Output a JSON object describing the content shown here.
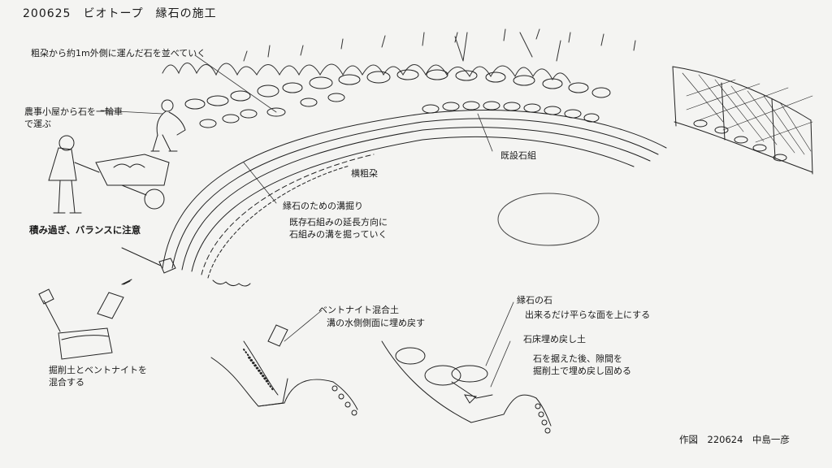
{
  "header": {
    "title": "200625　ビオトープ　縁石の施工"
  },
  "annotations": {
    "place_stones": "粗朶から約1m外側に運んだ石を並べていく",
    "wheelbarrow": "農事小屋から石を一輪車\nで運ぶ",
    "balance_caution": "積み過ぎ、バランスに注意",
    "existing_stones": "既設石組",
    "yokosoda": "横粗朶",
    "trench_title": "縁石のための溝掘り",
    "trench_desc": "既存石組みの延長方向に\n石組みの溝を掘っていく",
    "mix_soil": "掘削土とベントナイトを\n混合する",
    "bentonite_title": "ベントナイト混合土",
    "bentonite_desc": "溝の水側側面に埋め戻す",
    "curb_stone_title": "縁石の石",
    "curb_stone_desc": "出来るだけ平らな面を上にする",
    "backfill_title": "石床埋め戻し土",
    "backfill_desc": "石を据えた後、隙間を\n掘削土で埋め戻し固める"
  },
  "footer": {
    "credit": "作図　220624　中島一彦"
  }
}
